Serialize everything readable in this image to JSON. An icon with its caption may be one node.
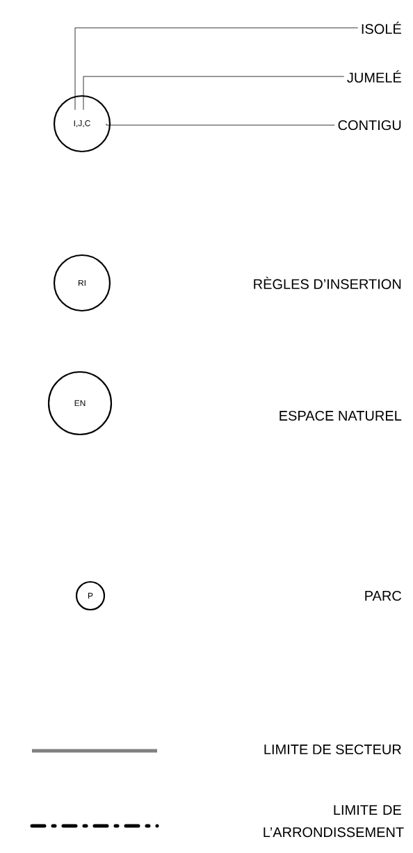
{
  "diagram": {
    "nodes": [
      {
        "text": [
          "ISOLÉ"
        ]
      },
      {
        "text": [
          "JUMELÉ"
        ]
      },
      {
        "text": [
          "CONTIGU"
        ]
      },
      {
        "text": [
          "I,J,C"
        ]
      },
      {
        "text": [
          "RI"
        ]
      },
      {
        "text": [
          "EN"
        ]
      },
      {
        "text": [
          "P"
        ]
      }
    ],
    "edges": [
      {
        "from": 0,
        "to": 3,
        "arrow": "none"
      },
      {
        "from": 1,
        "to": 3,
        "arrow": "none"
      },
      {
        "from": 2,
        "to": 3,
        "arrow": "none"
      }
    ],
    "labels": [
      "RÈGLES D’INSERTION",
      "ESPACE NATUREL",
      "PARC"
    ],
    "legend": [
      {
        "text": "LIMITE DE SECTEUR"
      },
      {
        "text": "LIMITE DE L’ARRONDISSEMENT"
      }
    ]
  }
}
